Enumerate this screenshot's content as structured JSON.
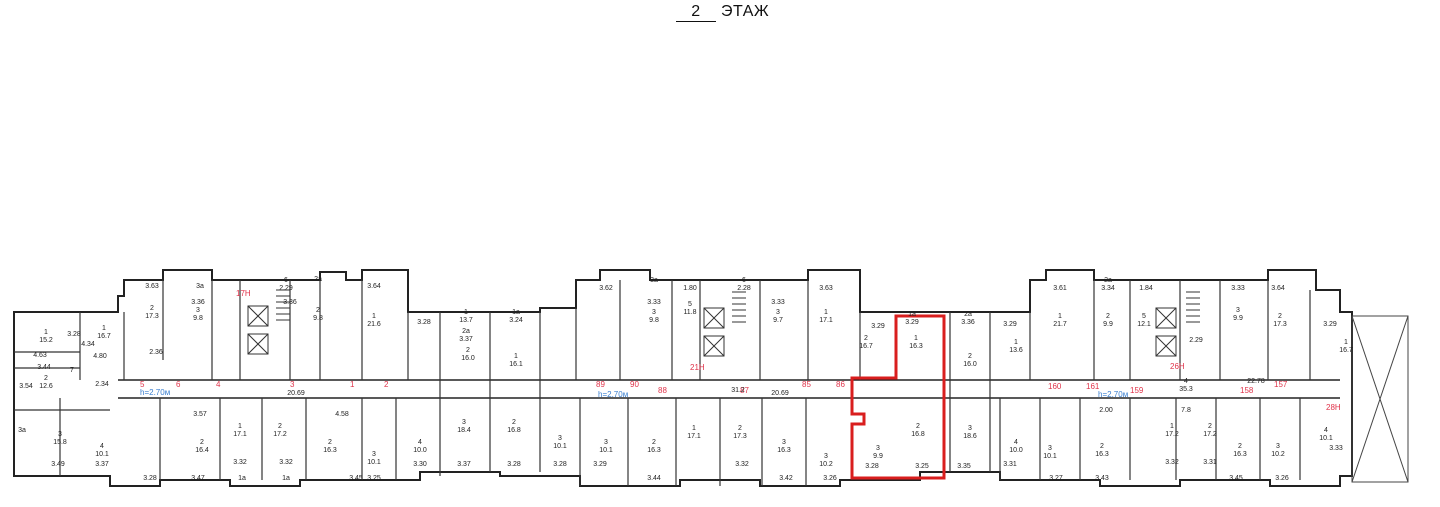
{
  "title": {
    "number": "2",
    "label": "ЭТАЖ"
  },
  "colors": {
    "walls": "#222222",
    "red_labels": "#e0334a",
    "blue_labels": "#3a7fd0",
    "highlight": "#d91e1e"
  },
  "corridor_heights": [
    "h=2.70м",
    "h=2.70м",
    "h=2.70м"
  ],
  "red_labels": [
    "17Н",
    "5",
    "6",
    "4",
    "3",
    "1",
    "2",
    "89",
    "90",
    "88",
    "21Н",
    "87",
    "85",
    "86",
    "160",
    "161",
    "159",
    "26Н",
    "158",
    "157",
    "28Н"
  ],
  "room_labels": [
    {
      "n": "1",
      "a": "15.2"
    },
    {
      "n": "",
      "a": "4.63"
    },
    {
      "n": "",
      "a": "3.28"
    },
    {
      "n": "1",
      "a": "16.7"
    },
    {
      "n": "",
      "a": "4.80"
    },
    {
      "n": "",
      "a": "4.34"
    },
    {
      "n": "",
      "a": "3.44"
    },
    {
      "n": "",
      "a": "7"
    },
    {
      "n": "2",
      "a": "12.6"
    },
    {
      "n": "",
      "a": "3.54"
    },
    {
      "n": "",
      "a": "2.34"
    },
    {
      "n": "",
      "a": "3.63"
    },
    {
      "n": "2",
      "a": "17.3"
    },
    {
      "n": "",
      "a": "3a"
    },
    {
      "n": "",
      "a": "3.36"
    },
    {
      "n": "3",
      "a": "9.8"
    },
    {
      "n": "",
      "a": "2.36"
    },
    {
      "n": "6",
      "a": "2.29"
    },
    {
      "n": "",
      "a": "3.36"
    },
    {
      "n": "2a",
      "a": ""
    },
    {
      "n": "2",
      "a": "9.8"
    },
    {
      "n": "",
      "a": "3.64"
    },
    {
      "n": "1",
      "a": "21.6"
    },
    {
      "n": "",
      "a": "20.69"
    },
    {
      "n": "",
      "a": "3.28"
    },
    {
      "n": "1",
      "a": "13.7"
    },
    {
      "n": "2a",
      "a": "3.37"
    },
    {
      "n": "2",
      "a": "16.0"
    },
    {
      "n": "1a",
      "a": "3.24"
    },
    {
      "n": "1",
      "a": "16.1"
    },
    {
      "n": "",
      "a": "3.57"
    },
    {
      "n": "1",
      "a": "17.1"
    },
    {
      "n": "",
      "a": "3.32"
    },
    {
      "n": "2",
      "a": "17.2"
    },
    {
      "n": "",
      "a": "3.32"
    },
    {
      "n": "",
      "a": "4.58"
    },
    {
      "n": "2",
      "a": "16.3"
    },
    {
      "n": "3",
      "a": "10.1"
    },
    {
      "n": "",
      "a": "3.25"
    },
    {
      "n": "4",
      "a": "10.0"
    },
    {
      "n": "",
      "a": "3.30"
    },
    {
      "n": "3",
      "a": "18.4"
    },
    {
      "n": "",
      "a": "3.37"
    },
    {
      "n": "2",
      "a": "16.8"
    },
    {
      "n": "",
      "a": "3.28"
    },
    {
      "n": "3",
      "a": "10.1"
    },
    {
      "n": "",
      "a": "3.28"
    },
    {
      "n": "3a",
      "a": ""
    },
    {
      "n": "3",
      "a": "15.8"
    },
    {
      "n": "",
      "a": "3.49"
    },
    {
      "n": "4",
      "a": "10.1"
    },
    {
      "n": "",
      "a": "3.37"
    },
    {
      "n": "2",
      "a": "16.4"
    },
    {
      "n": "",
      "a": "3.47"
    },
    {
      "n": "",
      "a": "3.28"
    },
    {
      "n": "",
      "a": "1a"
    },
    {
      "n": "",
      "a": "1a"
    },
    {
      "n": "",
      "a": "3.45"
    },
    {
      "n": "",
      "a": "3.62"
    },
    {
      "n": "3a",
      "a": ""
    },
    {
      "n": "",
      "a": "3.33"
    },
    {
      "n": "3",
      "a": "9.8"
    },
    {
      "n": "",
      "a": "1.80"
    },
    {
      "n": "5",
      "a": "11.8"
    },
    {
      "n": "6",
      "a": "2.28"
    },
    {
      "n": "",
      "a": "3.33"
    },
    {
      "n": "3",
      "a": "9.7"
    },
    {
      "n": "",
      "a": "3.63"
    },
    {
      "n": "1",
      "a": "17.1"
    },
    {
      "n": "",
      "a": "3.29"
    },
    {
      "n": "2",
      "a": "16.7"
    },
    {
      "n": "",
      "a": "31.2"
    },
    {
      "n": "",
      "a": "20.69"
    },
    {
      "n": "1",
      "a": "17.1"
    },
    {
      "n": "2",
      "a": "17.3"
    },
    {
      "n": "3",
      "a": "10.1"
    },
    {
      "n": "",
      "a": "3.29"
    },
    {
      "n": "",
      "a": "3.32"
    },
    {
      "n": "2",
      "a": "16.3"
    },
    {
      "n": "",
      "a": "3.42"
    },
    {
      "n": "3",
      "a": "10.2"
    },
    {
      "n": "",
      "a": "3.26"
    },
    {
      "n": "",
      "a": "3.44"
    },
    {
      "n": "3",
      "a": "16.3"
    },
    {
      "n": "1a",
      "a": "3.29"
    },
    {
      "n": "1",
      "a": "16.3"
    },
    {
      "n": "2",
      "a": "16.8"
    },
    {
      "n": "3",
      "a": "9.9"
    },
    {
      "n": "",
      "a": "3.28"
    },
    {
      "n": "",
      "a": "3.25"
    },
    {
      "n": "2a",
      "a": "3.36"
    },
    {
      "n": "2",
      "a": "16.0"
    },
    {
      "n": "3",
      "a": "18.6"
    },
    {
      "n": "",
      "a": "3.35"
    },
    {
      "n": "",
      "a": "3.29"
    },
    {
      "n": "1",
      "a": "13.6"
    },
    {
      "n": "4",
      "a": "10.0"
    },
    {
      "n": "",
      "a": "3.31"
    },
    {
      "n": "",
      "a": "3.61"
    },
    {
      "n": "1",
      "a": "21.7"
    },
    {
      "n": "2a",
      "a": "3.34"
    },
    {
      "n": "2",
      "a": "9.9"
    },
    {
      "n": "",
      "a": "1.84"
    },
    {
      "n": "5",
      "a": "12.1"
    },
    {
      "n": "",
      "a": "2.29"
    },
    {
      "n": "",
      "a": "3.33"
    },
    {
      "n": "3",
      "a": "9.9"
    },
    {
      "n": "",
      "a": "3.64"
    },
    {
      "n": "2",
      "a": "17.3"
    },
    {
      "n": "",
      "a": "3.29"
    },
    {
      "n": "1",
      "a": "16.7"
    },
    {
      "n": "",
      "a": "22.78"
    },
    {
      "n": "4",
      "a": "35.3"
    },
    {
      "n": "",
      "a": "2.00"
    },
    {
      "n": "",
      "a": "7.8"
    },
    {
      "n": "3",
      "a": "10.1"
    },
    {
      "n": "",
      "a": "3.27"
    },
    {
      "n": "2",
      "a": "16.3"
    },
    {
      "n": "",
      "a": "3.43"
    },
    {
      "n": "1",
      "a": "17.2"
    },
    {
      "n": "",
      "a": "3.32"
    },
    {
      "n": "2",
      "a": "17.2"
    },
    {
      "n": "",
      "a": "3.31"
    },
    {
      "n": "2",
      "a": "16.3"
    },
    {
      "n": "",
      "a": "3.45"
    },
    {
      "n": "3",
      "a": "10.2"
    },
    {
      "n": "",
      "a": "3.26"
    },
    {
      "n": "4",
      "a": "10.1"
    },
    {
      "n": "",
      "a": "3.33"
    }
  ]
}
